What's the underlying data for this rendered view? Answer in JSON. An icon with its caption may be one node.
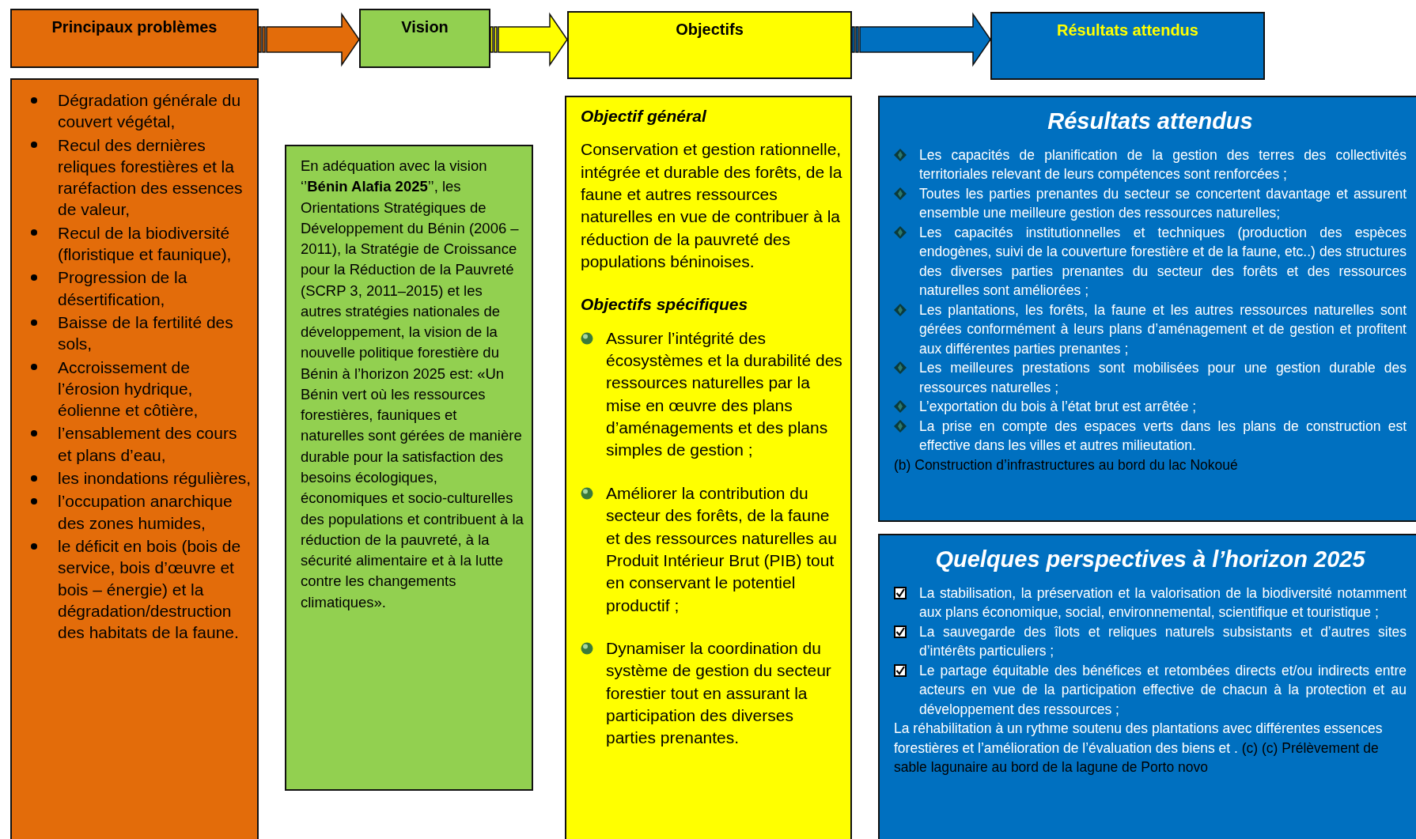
{
  "diagram": {
    "nodes": [
      {
        "text": [
          "Principaux problèmes"
        ]
      },
      {
        "text": [
          "Vision"
        ]
      },
      {
        "text": [
          "Objectifs"
        ]
      },
      {
        "text": [
          "Résultats attendus"
        ]
      },
      {
        "text": [
          "Dégradation générale du couvert végétal,",
          "Recul des dernières reliques forestières et la raréfaction des essences de valeur,",
          "Recul de la biodiversité (floristique et faunique),",
          "Progression de la désertification,",
          "Baisse de la fertilité des sols,",
          "Accroissement de l’érosion hydrique, éolienne et côtière,",
          "l’ensablement des cours et plans d’eau,",
          "les inondations régulières,",
          "l’occupation anarchique des zones humides,",
          "le déficit en bois (bois de service, bois d’œuvre et bois – énergie) et la dégradation/destruction des habitats de la faune."
        ]
      },
      {
        "text": [
          "En adéquation avec la vision ‘’**Bénin Alafia 2025**’’, les Orientations Stratégiques de Développement du Bénin (2006 – 2011), la Stratégie de Croissance pour la Réduction de la Pauvreté (SCRP 3, 2011–2015) et les autres stratégies nationales de développement, la vision de la nouvelle politique forestière du Bénin à l’horizon 2025 est: «Un Bénin vert où les ressources forestières, fauniques et naturelles sont gérées de manière durable pour la satisfaction des besoins écologiques, économiques et socio-culturelles des populations et contribuent à la réduction de la pauvreté, à la sécurité alimentaire et à la lutte contre les changements climatiques»."
        ]
      },
      {
        "text": [
          "Objectif général",
          "Conservation et gestion rationnelle, intégrée et durable des forêts, de la faune et autres ressources naturelles en vue de contribuer à la réduction de la pauvreté des populations béninoises.",
          "Objectifs spécifiques",
          "Assurer l’intégrité des écosystèmes et la durabilité des ressources naturelles par la mise en œuvre des plans d’aménagements et des plans simples de gestion ;",
          "Améliorer la contribution du secteur des forêts, de la faune et des ressources naturelles au Produit Intérieur Brut (PIB) tout en conservant le potentiel productif ;",
          "Dynamiser la coordination du système de gestion du secteur forestier tout en assurant la participation des diverses parties prenantes."
        ]
      },
      {
        "text": [
          "Résultats attendus",
          "Les capacités de planification de la gestion des terres des collectivités territoriales relevant de leurs compétences sont renforcées ;",
          "Toutes les parties prenantes du secteur se concertent davantage et assurent ensemble une meilleure gestion des ressources naturelles;",
          "Les capacités institutionnelles et techniques (production des espèces endogènes, suivi de la couverture forestière et de la faune, etc..) des structures des diverses parties prenantes du secteur des forêts et des ressources naturelles sont améliorées ;",
          "Les plantations, les forêts, la faune et les autres ressources naturelles sont gérées conformément à leurs plans d’aménagement et de gestion et profitent aux différentes parties prenantes ;",
          "Les meilleures prestations sont mobilisées pour une gestion durable des ressources naturelles ;",
          "L’exportation du bois à l’état brut est arrêtée ;",
          "La prise en compte des espaces verts dans les plans de construction est effective dans les villes et autres milieutation.",
          "(b) Construction d’infrastructures au bord du lac Nokoué"
        ]
      },
      {
        "text": [
          "Quelques perspectives à l’horizon 2025",
          "La stabilisation, la préservation et la valorisation de la biodiversité notamment aux plans économique, social, environnemental, scientifique et touristique ;",
          "La sauvegarde des îlots et reliques naturels subsistants et d’autres sites d’intérêts particuliers ;",
          "Le partage équitable des bénéfices et retombées directs et/ou indirects entre acteurs en vue de la participation effective de chacun à la protection et au développement des ressources ;",
          "La réhabilitation à un rythme soutenu des plantations avec différentes essences forestières et l’amélioration de l’évaluation des biens et .",
          "(c) (c) Prélèvement de sable lagunaire au bord de la lagune de Porto novo"
        ]
      }
    ],
    "edges": [
      {
        "from": 0,
        "to": 1,
        "arrow": "to",
        "color": "#e36c0a"
      },
      {
        "from": 1,
        "to": 2,
        "arrow": "to",
        "color": "#ffff00"
      },
      {
        "from": 2,
        "to": 3,
        "arrow": "to",
        "color": "#0070c0"
      }
    ]
  }
}
